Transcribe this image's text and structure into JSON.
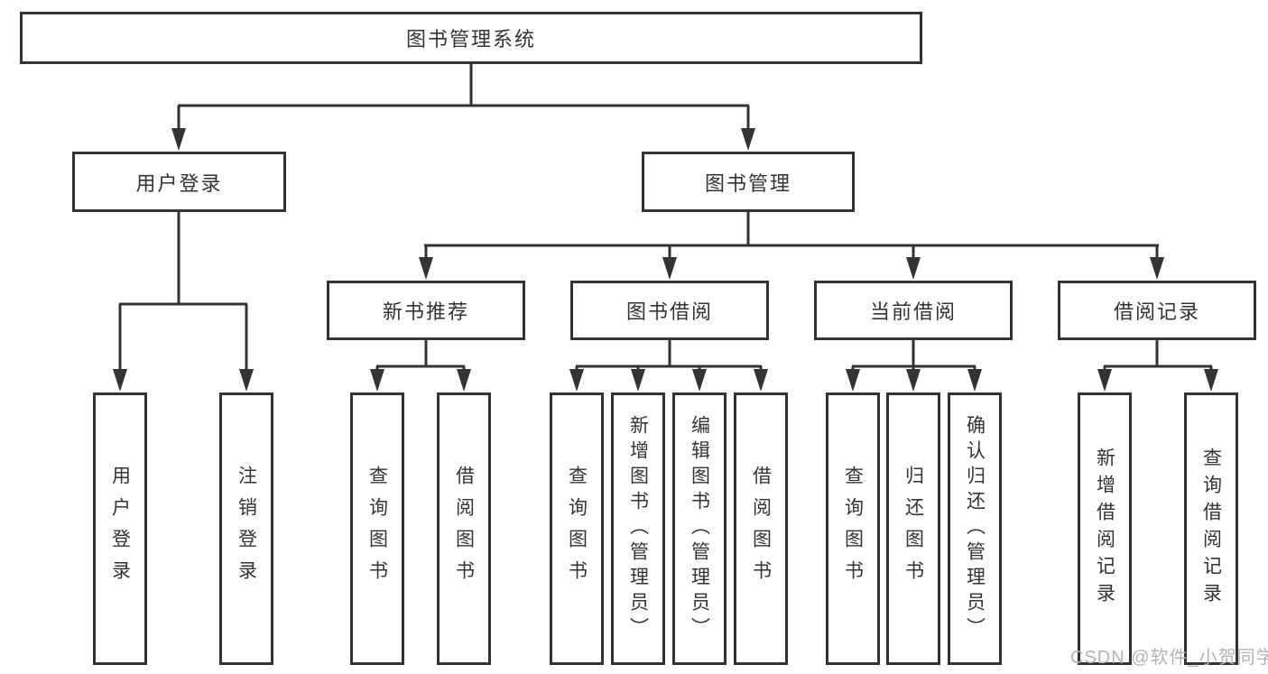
{
  "tree": {
    "root": {
      "label": "图书管理系统"
    },
    "branches": [
      {
        "label": "用户登录",
        "leaves": [
          {
            "label": "用户登录"
          },
          {
            "label": "注销登录"
          }
        ]
      },
      {
        "label": "图书管理",
        "groups": [
          {
            "label": "新书推荐",
            "leaves": [
              {
                "label": "查询图书"
              },
              {
                "label": "借阅图书"
              }
            ]
          },
          {
            "label": "图书借阅",
            "leaves": [
              {
                "label": "查询图书"
              },
              {
                "label": "新增图书（管理员）"
              },
              {
                "label": "编辑图书（管理员）"
              },
              {
                "label": "借阅图书"
              }
            ]
          },
          {
            "label": "当前借阅",
            "leaves": [
              {
                "label": "查询图书"
              },
              {
                "label": "归还图书"
              },
              {
                "label": "确认归还（管理员）"
              }
            ]
          },
          {
            "label": "借阅记录",
            "leaves": [
              {
                "label": "新增借阅记录"
              },
              {
                "label": "查询借阅记录"
              }
            ]
          }
        ]
      }
    ]
  },
  "watermark": {
    "text": "CSDN @软件_小贺同学"
  },
  "colors": {
    "line": "#333333",
    "text": "#333333",
    "background": "#ffffff",
    "watermark": "#b3b3b3"
  }
}
